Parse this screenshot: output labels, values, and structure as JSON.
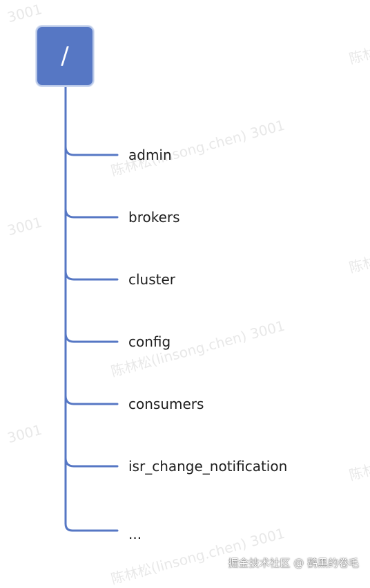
{
  "diagram": {
    "root": {
      "label": "/"
    },
    "children": [
      {
        "label": "admin"
      },
      {
        "label": "brokers"
      },
      {
        "label": "cluster"
      },
      {
        "label": "config"
      },
      {
        "label": "consumers"
      },
      {
        "label": "isr_change_notification"
      },
      {
        "label": "..."
      }
    ]
  },
  "watermarks": {
    "name": "陈林松(linsong.chen) 3001",
    "short_name": "陈林",
    "id": "3001"
  },
  "footer": {
    "text": "掘金技术社区 @ 鹳黑的卷毛"
  },
  "colors": {
    "node_fill": "#5677c4",
    "node_border": "#b9c8e8",
    "connector": "#5677c4",
    "label_text": "#1f1f1f"
  }
}
